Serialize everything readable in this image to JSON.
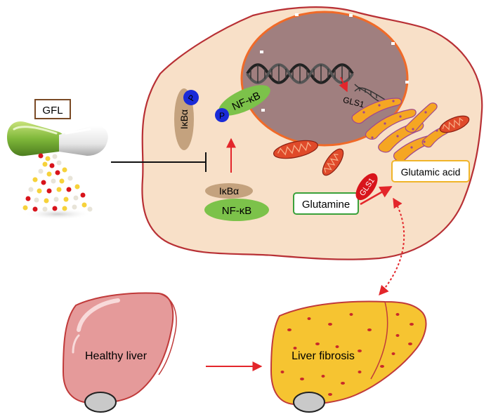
{
  "labels": {
    "gfl": "GFL",
    "ikba_phos": "IκBα",
    "p1": "P",
    "p2": "P",
    "nfkb_active": "NF-κB",
    "gls1_dna": "GLS1",
    "ikba_complex": "IκBα",
    "nfkb_complex": "NF-κB",
    "glutamine": "Glutamine",
    "gls1_enzyme": "GLS1",
    "glutamic_acid": "Glutamic acid",
    "healthy_liver": "Healthy liver",
    "liver_fibrosis": "Liver fibrosis"
  },
  "colors": {
    "cell_fill": "#f8e0c8",
    "cell_stroke": "#b83035",
    "nucleus_fill": "#a07f7f",
    "nucleus_stroke": "#f06a28",
    "er": "#f5a623",
    "mito": "#e04a2a",
    "ikba": "#c4a27e",
    "nfkb": "#7cc24a",
    "phosphate": "#1a2bd8",
    "arrow_red": "#e3262b",
    "glutamine_box": "#3aa03a",
    "glutamic_box": "#f0b429",
    "gls1_enzyme": "#d8141b",
    "healthy_liver": "#e59a9a",
    "fibrotic_liver": "#f6c431",
    "gallbladder": "#c9c9c9",
    "capsule_green": "#8bc34a",
    "gfl_box": "#7a4a25"
  },
  "icons": [
    "capsule-icon",
    "dna-icon",
    "mitochondria-icon",
    "endoplasmic-reticulum-icon",
    "liver-icon"
  ]
}
